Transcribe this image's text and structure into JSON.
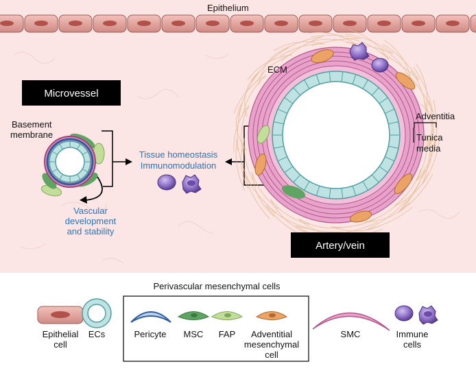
{
  "labels": {
    "epithelium": "Epithelium",
    "microvessel": "Microvessel",
    "basement_membrane": [
      "Basement",
      "membrane"
    ],
    "tissue_homeostasis": "Tissue homeostasis",
    "immunomodulation": "Immunomodulation",
    "vascular_dev": [
      "Vascular",
      "development",
      "and stability"
    ],
    "ecm": "ECM",
    "adventitia": "Adventitia",
    "tunica_media": [
      "Tunica",
      "media"
    ],
    "artery_vein": "Artery/vein"
  },
  "legend": {
    "title": "Perivascular mesenchymal cells",
    "epithelial_cell": [
      "Epithelial",
      "cell"
    ],
    "ecs": "ECs",
    "pericyte": "Pericyte",
    "msc": "MSC",
    "fap": "FAP",
    "adventitial": [
      "Adventitial",
      "mesenchymal",
      "cell"
    ],
    "smc": "SMC",
    "immune": [
      "Immune",
      "cells"
    ]
  },
  "colors": {
    "background": "#fbe6e6",
    "epithelial": "#d8908a",
    "endothelial": "#bfe3e3",
    "pericyte": "#2f5c9e",
    "msc": "#58a05e",
    "fap": "#bfdc94",
    "adventitial": "#eba366",
    "smc": "#e59cc4",
    "immune_purple": "#8866c0",
    "box": "#000000",
    "blue_text": "#2b74b8"
  }
}
